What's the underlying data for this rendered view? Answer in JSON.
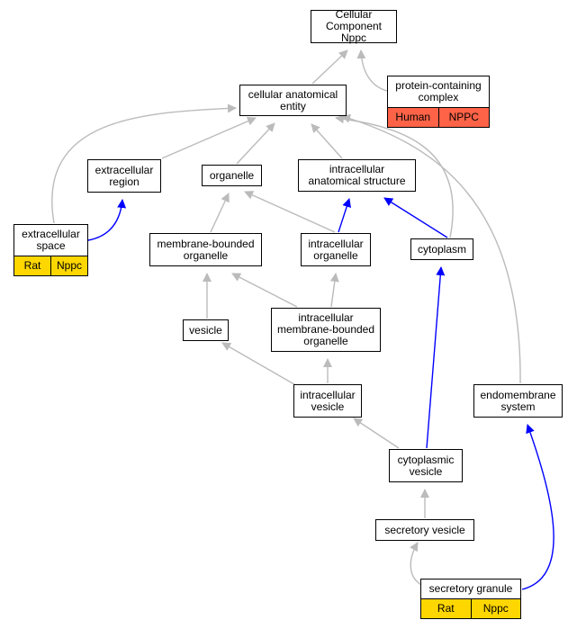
{
  "colors": {
    "is_a_edge": "#bbbbbb",
    "part_of_edge": "#0000ff",
    "human_badge": "#ff6347",
    "rat_badge": "#ffd700"
  },
  "nodes": {
    "root": {
      "label": "Cellular Component\nNppc"
    },
    "protein_complex": {
      "label": "protein-containing\ncomplex",
      "badges": [
        "Human",
        "NPPC"
      ]
    },
    "cellular_anatomical_entity": {
      "label": "cellular anatomical\nentity"
    },
    "extracellular_region": {
      "label": "extracellular\nregion"
    },
    "organelle": {
      "label": "organelle"
    },
    "intracellular_anatomical_structure": {
      "label": "intracellular\nanatomical structure"
    },
    "extracellular_space": {
      "label": "extracellular\nspace",
      "badges": [
        "Rat",
        "Nppc"
      ]
    },
    "membrane_bounded_organelle": {
      "label": "membrane-bounded\norganelle"
    },
    "intracellular_organelle": {
      "label": "intracellular\norganelle"
    },
    "cytoplasm": {
      "label": "cytoplasm"
    },
    "vesicle": {
      "label": "vesicle"
    },
    "intracellular_membrane_bounded_organelle": {
      "label": "intracellular\nmembrane-bounded\norganelle"
    },
    "intracellular_vesicle": {
      "label": "intracellular\nvesicle"
    },
    "endomembrane_system": {
      "label": "endomembrane\nsystem"
    },
    "cytoplasmic_vesicle": {
      "label": "cytoplasmic\nvesicle"
    },
    "secretory_vesicle": {
      "label": "secretory vesicle"
    },
    "secretory_granule": {
      "label": "secretory granule",
      "badges": [
        "Rat",
        "Nppc"
      ]
    }
  },
  "edges": [
    {
      "from": "cellular_anatomical_entity",
      "to": "root",
      "type": "is_a"
    },
    {
      "from": "protein_complex",
      "to": "root",
      "type": "is_a"
    },
    {
      "from": "extracellular_region",
      "to": "cellular_anatomical_entity",
      "type": "is_a"
    },
    {
      "from": "organelle",
      "to": "cellular_anatomical_entity",
      "type": "is_a"
    },
    {
      "from": "intracellular_anatomical_structure",
      "to": "cellular_anatomical_entity",
      "type": "is_a"
    },
    {
      "from": "extracellular_space",
      "to": "cellular_anatomical_entity",
      "type": "is_a"
    },
    {
      "from": "cytoplasm",
      "to": "cellular_anatomical_entity",
      "type": "is_a"
    },
    {
      "from": "endomembrane_system",
      "to": "cellular_anatomical_entity",
      "type": "is_a"
    },
    {
      "from": "extracellular_space",
      "to": "extracellular_region",
      "type": "part_of"
    },
    {
      "from": "membrane_bounded_organelle",
      "to": "organelle",
      "type": "is_a"
    },
    {
      "from": "intracellular_organelle",
      "to": "organelle",
      "type": "is_a"
    },
    {
      "from": "intracellular_organelle",
      "to": "intracellular_anatomical_structure",
      "type": "part_of"
    },
    {
      "from": "cytoplasm",
      "to": "intracellular_anatomical_structure",
      "type": "part_of"
    },
    {
      "from": "vesicle",
      "to": "membrane_bounded_organelle",
      "type": "is_a"
    },
    {
      "from": "intracellular_membrane_bounded_organelle",
      "to": "membrane_bounded_organelle",
      "type": "is_a"
    },
    {
      "from": "intracellular_membrane_bounded_organelle",
      "to": "intracellular_organelle",
      "type": "is_a"
    },
    {
      "from": "intracellular_vesicle",
      "to": "vesicle",
      "type": "is_a"
    },
    {
      "from": "intracellular_vesicle",
      "to": "intracellular_membrane_bounded_organelle",
      "type": "is_a"
    },
    {
      "from": "cytoplasmic_vesicle",
      "to": "intracellular_vesicle",
      "type": "is_a"
    },
    {
      "from": "cytoplasmic_vesicle",
      "to": "cytoplasm",
      "type": "part_of"
    },
    {
      "from": "secretory_vesicle",
      "to": "cytoplasmic_vesicle",
      "type": "is_a"
    },
    {
      "from": "secretory_granule",
      "to": "secretory_vesicle",
      "type": "is_a"
    },
    {
      "from": "secretory_granule",
      "to": "endomembrane_system",
      "type": "part_of"
    }
  ]
}
